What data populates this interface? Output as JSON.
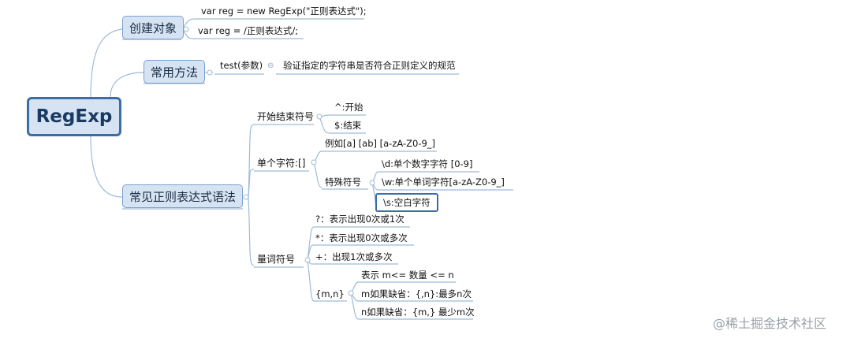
{
  "root": "RegExp",
  "branches": {
    "create": {
      "label": "创建对象",
      "items": [
        "var reg = new RegExp(\"正则表达式\");",
        "var reg = /正则表达式/;"
      ]
    },
    "methods": {
      "label": "常用方法",
      "method": "test(参数)",
      "desc": "验证指定的字符串是否符合正则定义的规范"
    },
    "syntax": {
      "label": "常见正则表达式语法",
      "boundary": {
        "label": "开始结束符号",
        "items": [
          "^:开始",
          "$:结束"
        ]
      },
      "single": {
        "label": "单个字符:[]",
        "example": "例如[a] [ab] [a-zA-Z0-9_]",
        "special": {
          "label": "特殊符号",
          "items": [
            "\\d:单个数字字符 [0-9]",
            "\\w:单个单词字符[a-zA-Z0-9_]",
            "\\s:空白字符"
          ]
        }
      },
      "quantifier": {
        "label": "量词符号",
        "items": [
          "?：表示出现0次或1次",
          "*：表示出现0次或多次",
          "+：出现1次或多次"
        ],
        "range": {
          "label": "{m,n}",
          "items": [
            "表示 m<= 数量 <= n",
            "m如果缺省：{,n}:最多n次",
            "n如果缺省：{m,} 最少m次"
          ]
        }
      }
    }
  },
  "watermark": "@稀土掘金技术社区",
  "colors": {
    "node_fill": "#d5e3f3",
    "node_border": "#7aa2cf",
    "root_border": "#3a6ea5",
    "line": "#9ebbd8"
  }
}
